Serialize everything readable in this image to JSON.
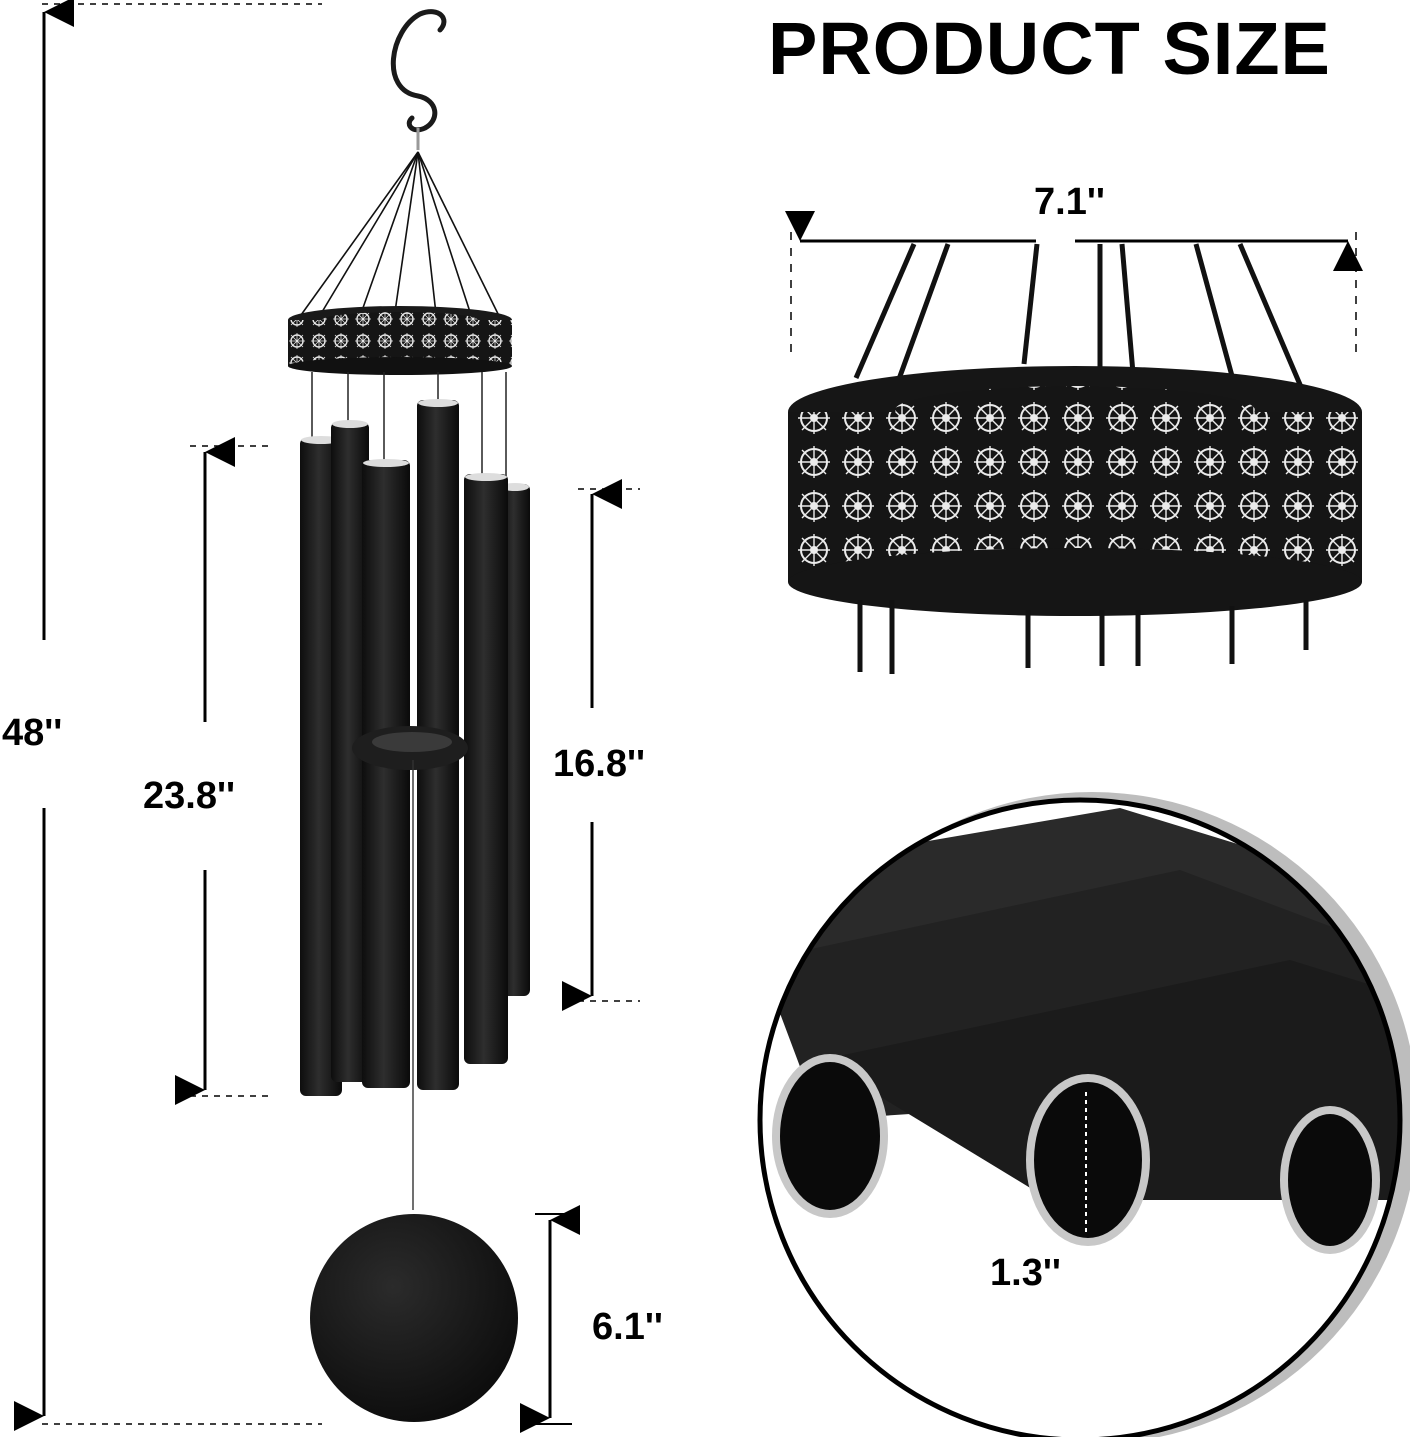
{
  "title": "PRODUCT SIZE",
  "dimensions": {
    "overall_length": "48''",
    "longest_tube": "23.8''",
    "shortest_tube": "16.8''",
    "sail_diameter": "6.1''",
    "top_ring_diameter": "7.1''",
    "tube_diameter": "1.3''"
  },
  "colors": {
    "background": "#ffffff",
    "product": "#1a1a1a",
    "text": "#000000",
    "detail_circle_shadow": "#bdbdbd"
  }
}
